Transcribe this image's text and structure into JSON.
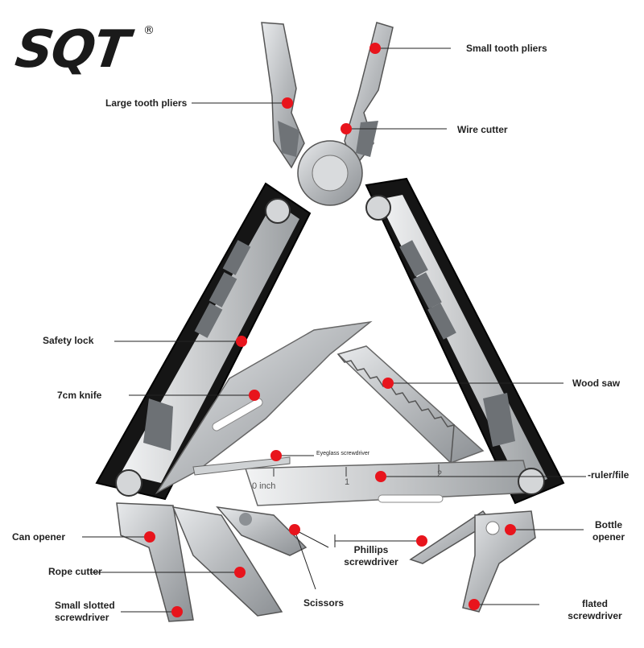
{
  "brand": {
    "name": "SQT",
    "registered": "®"
  },
  "ruler_marks": {
    "zero": "0 inch",
    "one": "1",
    "two": "2"
  },
  "labels": {
    "small_tooth_pliers": "Small tooth pliers",
    "large_tooth_pliers": "Large tooth pliers",
    "wire_cutter": "Wire cutter",
    "safety_lock": "Safety lock",
    "wood_saw": "Wood saw",
    "knife": "7cm knife",
    "eyeglass_screwdriver": "Eyeglass screwdriver",
    "ruler_file": "-ruler/file",
    "can_opener": "Can opener",
    "bottle_opener": "Bottle opener",
    "phillips": "Phillips screwdriver",
    "rope_cutter": "Rope cutter",
    "scissors": "Scissors",
    "small_slotted": "Small slotted screwdriver",
    "flated": "flated screwdriver"
  },
  "colors": {
    "dot": "#e8141c",
    "leader": "#222222",
    "steel": "#b9bcbf",
    "handle": "#151515"
  }
}
